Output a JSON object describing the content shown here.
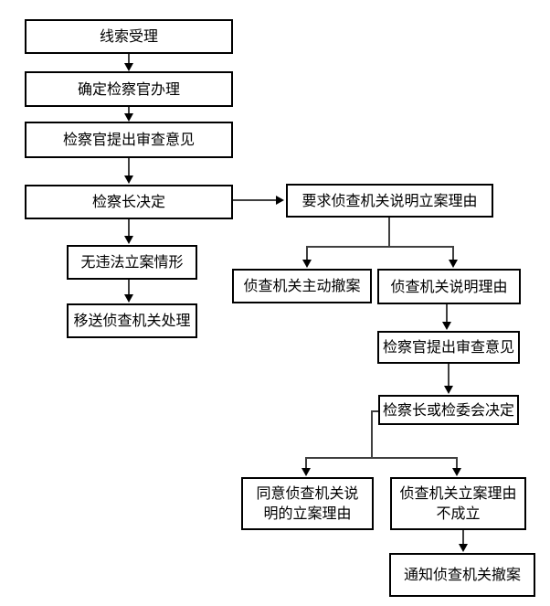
{
  "diagram": {
    "background_color": "#ffffff",
    "box_border_color": "#000000",
    "connector_color": "#3f3f3f",
    "arrowhead_color": "#000000",
    "text_color": "#000000",
    "nodes": {
      "clue_intake": {
        "label": "线索受理"
      },
      "assign_prosecutor": {
        "label": "确定检察官办理"
      },
      "prosecutor_opinion": {
        "label": "检察官提出审查意见"
      },
      "chief_decision": {
        "label": "检察长决定"
      },
      "request_reason": {
        "label": "要求侦查机关说明立案理由"
      },
      "no_illegal_filing": {
        "label": "无违法立案情形"
      },
      "transfer_to_agency": {
        "label": "移送侦查机关处理"
      },
      "agency_withdraws": {
        "label": "侦查机关主动撤案"
      },
      "agency_explains": {
        "label": "侦查机关说明理由"
      },
      "prosecutor_opinion2": {
        "label": "检察官提出审查意见"
      },
      "chief_or_committee": {
        "label": "检察长或检委会决定"
      },
      "agree_with_reason": {
        "label": "同意侦查机关说明的立案理由"
      },
      "reason_invalid": {
        "label": "侦查机关立案理由不成立"
      },
      "notify_withdraw": {
        "label": "通知侦查机关撤案"
      }
    },
    "edges": [
      {
        "from": "clue_intake",
        "to": "assign_prosecutor"
      },
      {
        "from": "assign_prosecutor",
        "to": "prosecutor_opinion"
      },
      {
        "from": "prosecutor_opinion",
        "to": "chief_decision"
      },
      {
        "from": "chief_decision",
        "to": "no_illegal_filing"
      },
      {
        "from": "chief_decision",
        "to": "request_reason"
      },
      {
        "from": "no_illegal_filing",
        "to": "transfer_to_agency"
      },
      {
        "from": "request_reason",
        "to": "agency_withdraws"
      },
      {
        "from": "request_reason",
        "to": "agency_explains"
      },
      {
        "from": "agency_explains",
        "to": "prosecutor_opinion2"
      },
      {
        "from": "prosecutor_opinion2",
        "to": "chief_or_committee"
      },
      {
        "from": "chief_or_committee",
        "to": "agree_with_reason"
      },
      {
        "from": "chief_or_committee",
        "to": "reason_invalid"
      },
      {
        "from": "reason_invalid",
        "to": "notify_withdraw"
      }
    ]
  }
}
